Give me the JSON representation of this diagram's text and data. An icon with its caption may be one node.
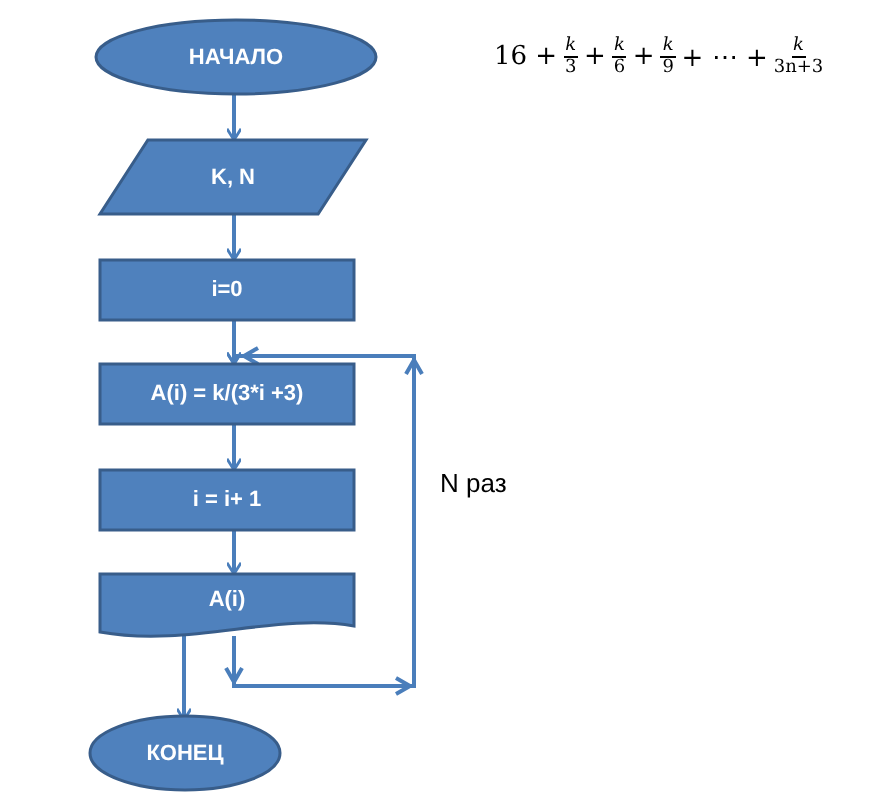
{
  "diagram": {
    "nodes": [
      {
        "text": [
          "НАЧАЛО"
        ]
      },
      {
        "text": [
          "K, N"
        ]
      },
      {
        "text": [
          "i=0"
        ]
      },
      {
        "text": [
          "A(i) = k/(3*i +3)"
        ]
      },
      {
        "text": [
          "i = i+ 1"
        ]
      },
      {
        "text": [
          "A(i)"
        ]
      },
      {
        "text": [
          "КОНЕЦ"
        ]
      }
    ],
    "edges": [
      {
        "from": 0,
        "to": 1,
        "arrow": "to"
      },
      {
        "from": 1,
        "to": 2,
        "arrow": "to"
      },
      {
        "from": 2,
        "to": 3,
        "arrow": "to"
      },
      {
        "from": 3,
        "to": 4,
        "arrow": "to"
      },
      {
        "from": 4,
        "to": 5,
        "arrow": "to"
      },
      {
        "from": 5,
        "to": 6,
        "arrow": "to"
      },
      {
        "from": 5,
        "to": 3,
        "arrow": "to"
      }
    ],
    "labels": [
      "16 +",
      "k",
      "3",
      "+",
      "k",
      "6",
      "+",
      "k",
      "9",
      "+ ⋯ +",
      "k",
      "3n+3",
      "N раз"
    ]
  }
}
